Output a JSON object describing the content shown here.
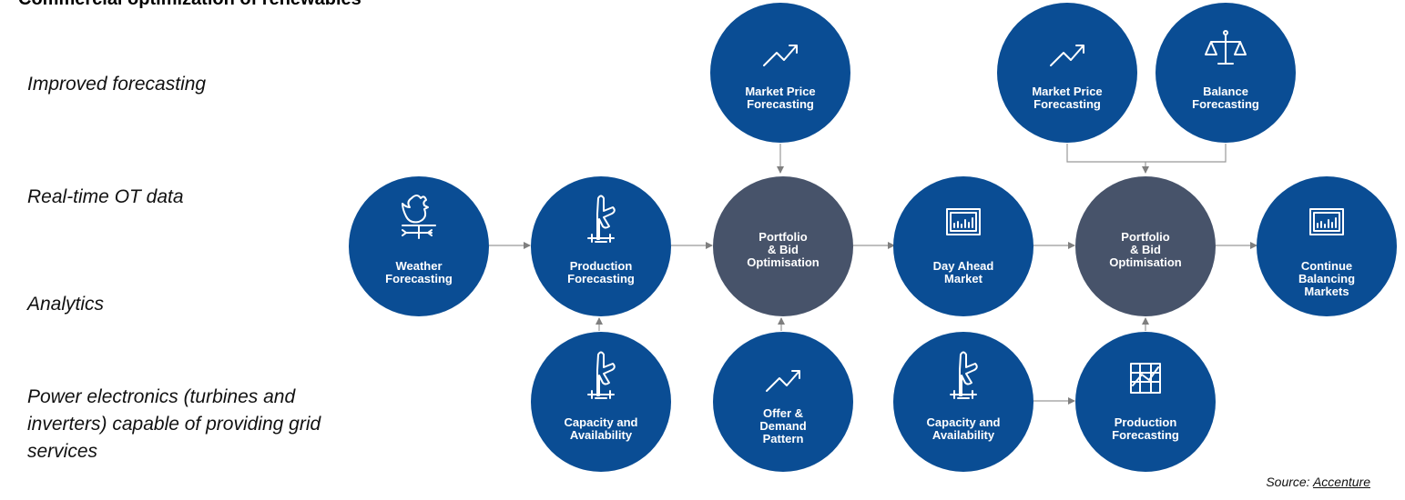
{
  "title": "Commercial optimization of renewables",
  "side_labels": [
    "Improved forecasting",
    "Real-time OT data",
    "Analytics",
    "Power electronics (turbines and inverters) capable of providing grid services"
  ],
  "source": {
    "prefix": "Source: ",
    "link": "Accenture"
  },
  "colors": {
    "blue": "#0a4d94",
    "dark": "#47536a",
    "arrow": "#8c8c8c"
  },
  "nodes": {
    "weather": {
      "lines": [
        "Weather",
        "Forecasting"
      ],
      "icon": "weathervane-rooster-icon"
    },
    "prod1": {
      "lines": [
        "Production",
        "Forecasting"
      ],
      "icon": "wind-turbine-icon"
    },
    "pbo1": {
      "lines": [
        "Portfolio",
        "& Bid",
        "Optimisation"
      ]
    },
    "dam": {
      "lines": [
        "Day Ahead",
        "Market"
      ],
      "icon": "bar-chart-monitor-icon"
    },
    "pbo2": {
      "lines": [
        "Portfolio",
        "& Bid",
        "Optimisation"
      ]
    },
    "cbm": {
      "lines": [
        "Continue",
        "Balancing",
        "Markets"
      ],
      "icon": "bar-chart-monitor-icon"
    },
    "mpf1": {
      "lines": [
        "Market Price",
        "Forecasting"
      ],
      "icon": "trend-up-icon"
    },
    "mpf2": {
      "lines": [
        "Market Price",
        "Forecasting"
      ],
      "icon": "trend-up-icon"
    },
    "bal": {
      "lines": [
        "Balance",
        "Forecasting"
      ],
      "icon": "scales-icon"
    },
    "cap1": {
      "lines": [
        "Capacity and",
        "Availability"
      ],
      "icon": "wind-turbine-icon"
    },
    "offer": {
      "lines": [
        "Offer &",
        "Demand",
        "Pattern"
      ],
      "icon": "trend-up-icon"
    },
    "cap2": {
      "lines": [
        "Capacity and",
        "Availability"
      ],
      "icon": "wind-turbine-icon"
    },
    "prod2": {
      "lines": [
        "Production",
        "Forecasting"
      ],
      "icon": "grid-chart-icon"
    }
  }
}
